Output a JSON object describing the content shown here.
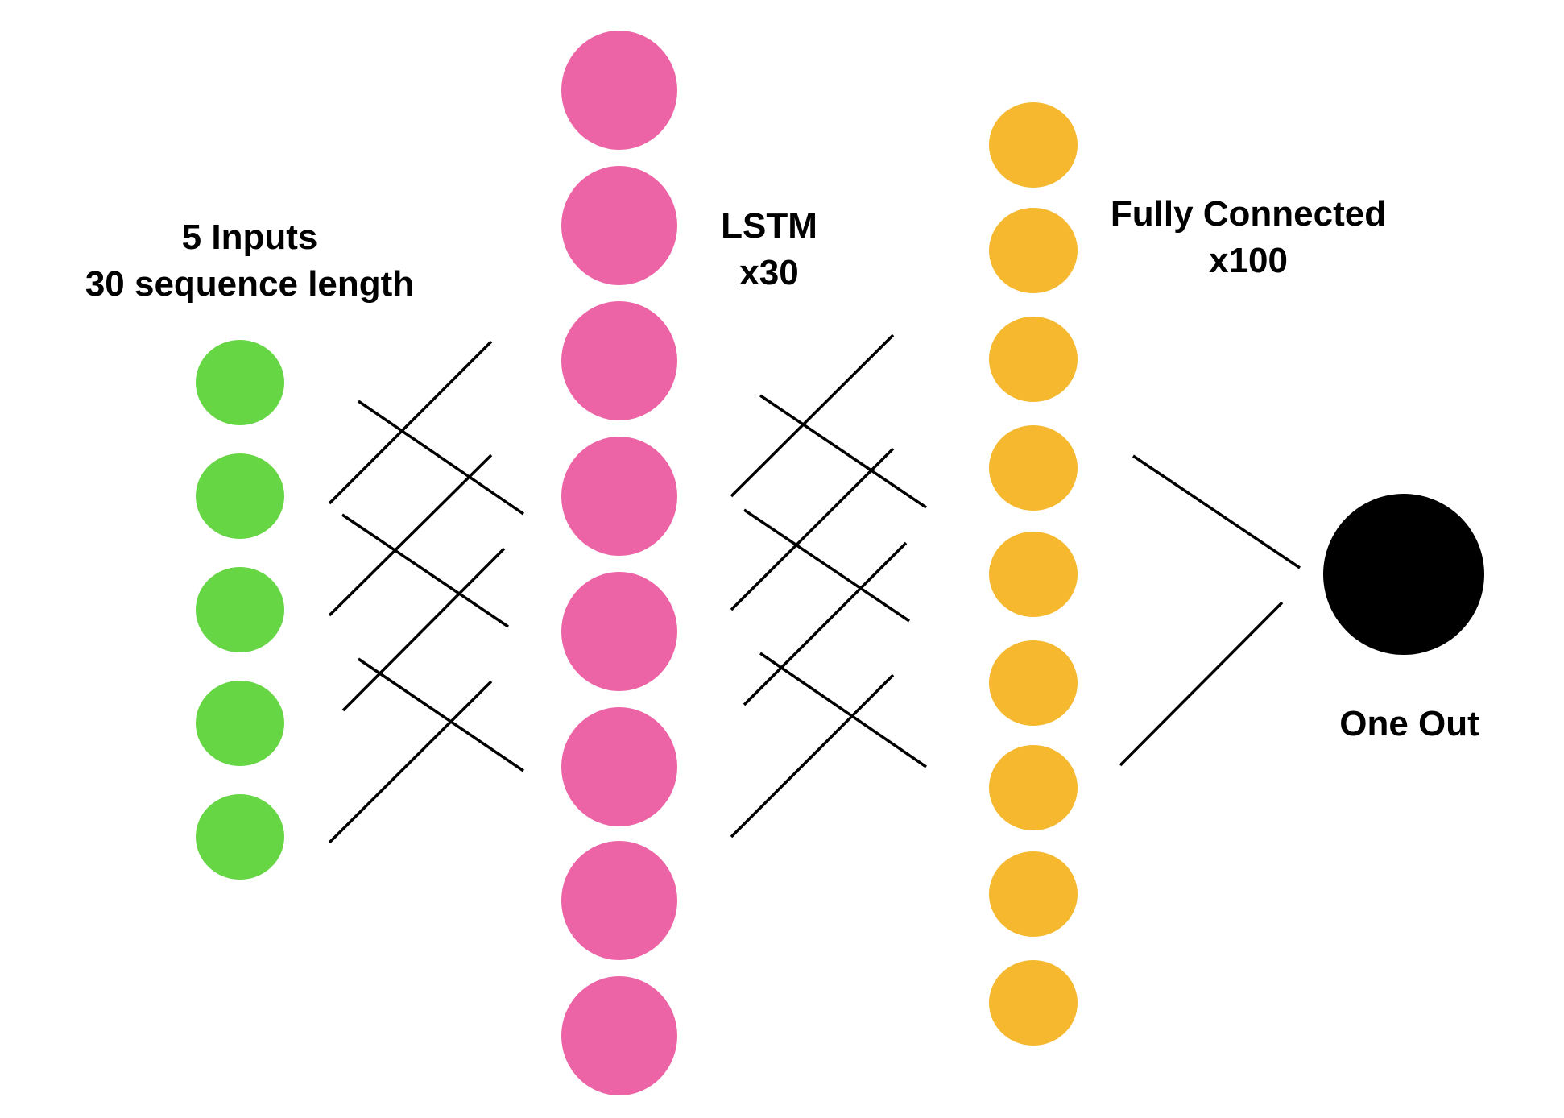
{
  "layers": {
    "input": {
      "title_line1": "5 Inputs",
      "title_line2": "30 sequence length",
      "node_count": 5,
      "color": "#66d645"
    },
    "lstm": {
      "title_line1": "LSTM",
      "title_line2": "x30",
      "node_count": 8,
      "color": "#ec64a5"
    },
    "fully_connected": {
      "title_line1": "Fully Connected",
      "title_line2": "x100",
      "node_count": 9,
      "color": "#f5b82e"
    },
    "output": {
      "title": "One Out",
      "node_count": 1,
      "color": "#000000"
    }
  },
  "connector_color": "#000000"
}
